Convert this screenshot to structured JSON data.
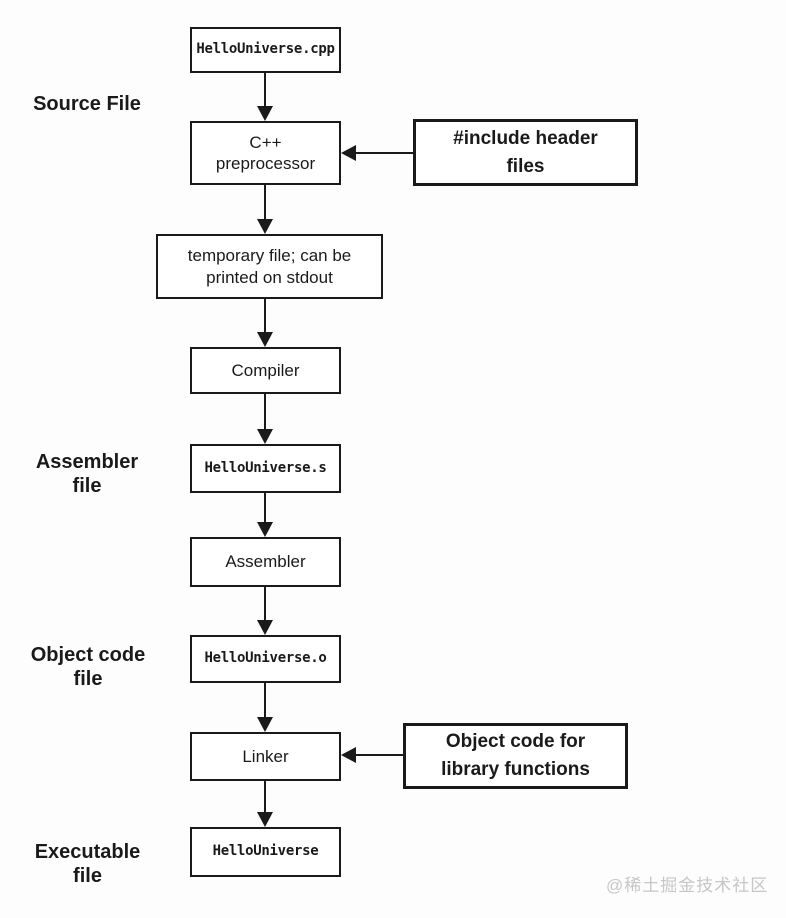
{
  "side_labels": [
    {
      "label": "Source File"
    },
    {
      "label": "Assembler\nfile"
    },
    {
      "label": "Object code\nfile"
    },
    {
      "label": "Executable\nfile"
    }
  ],
  "flow_nodes": [
    {
      "label": "HelloUniverse.cpp"
    },
    {
      "label": "C++\npreprocessor"
    },
    {
      "label": "temporary file; can be\nprinted on stdout"
    },
    {
      "label": "Compiler"
    },
    {
      "label": "HelloUniverse.s"
    },
    {
      "label": "Assembler"
    },
    {
      "label": "HelloUniverse.o"
    },
    {
      "label": "Linker"
    },
    {
      "label": "HelloUniverse"
    }
  ],
  "input_boxes": [
    {
      "label": "#include header\nfiles"
    },
    {
      "label": "Object code for\nlibrary functions"
    }
  ],
  "watermark": "@稀土掘金技术社区",
  "colors": {
    "line": "#1a1a1a",
    "box_fill": "#ffffff",
    "background": "#fdfdfd",
    "watermark": "#c6c6c6"
  }
}
